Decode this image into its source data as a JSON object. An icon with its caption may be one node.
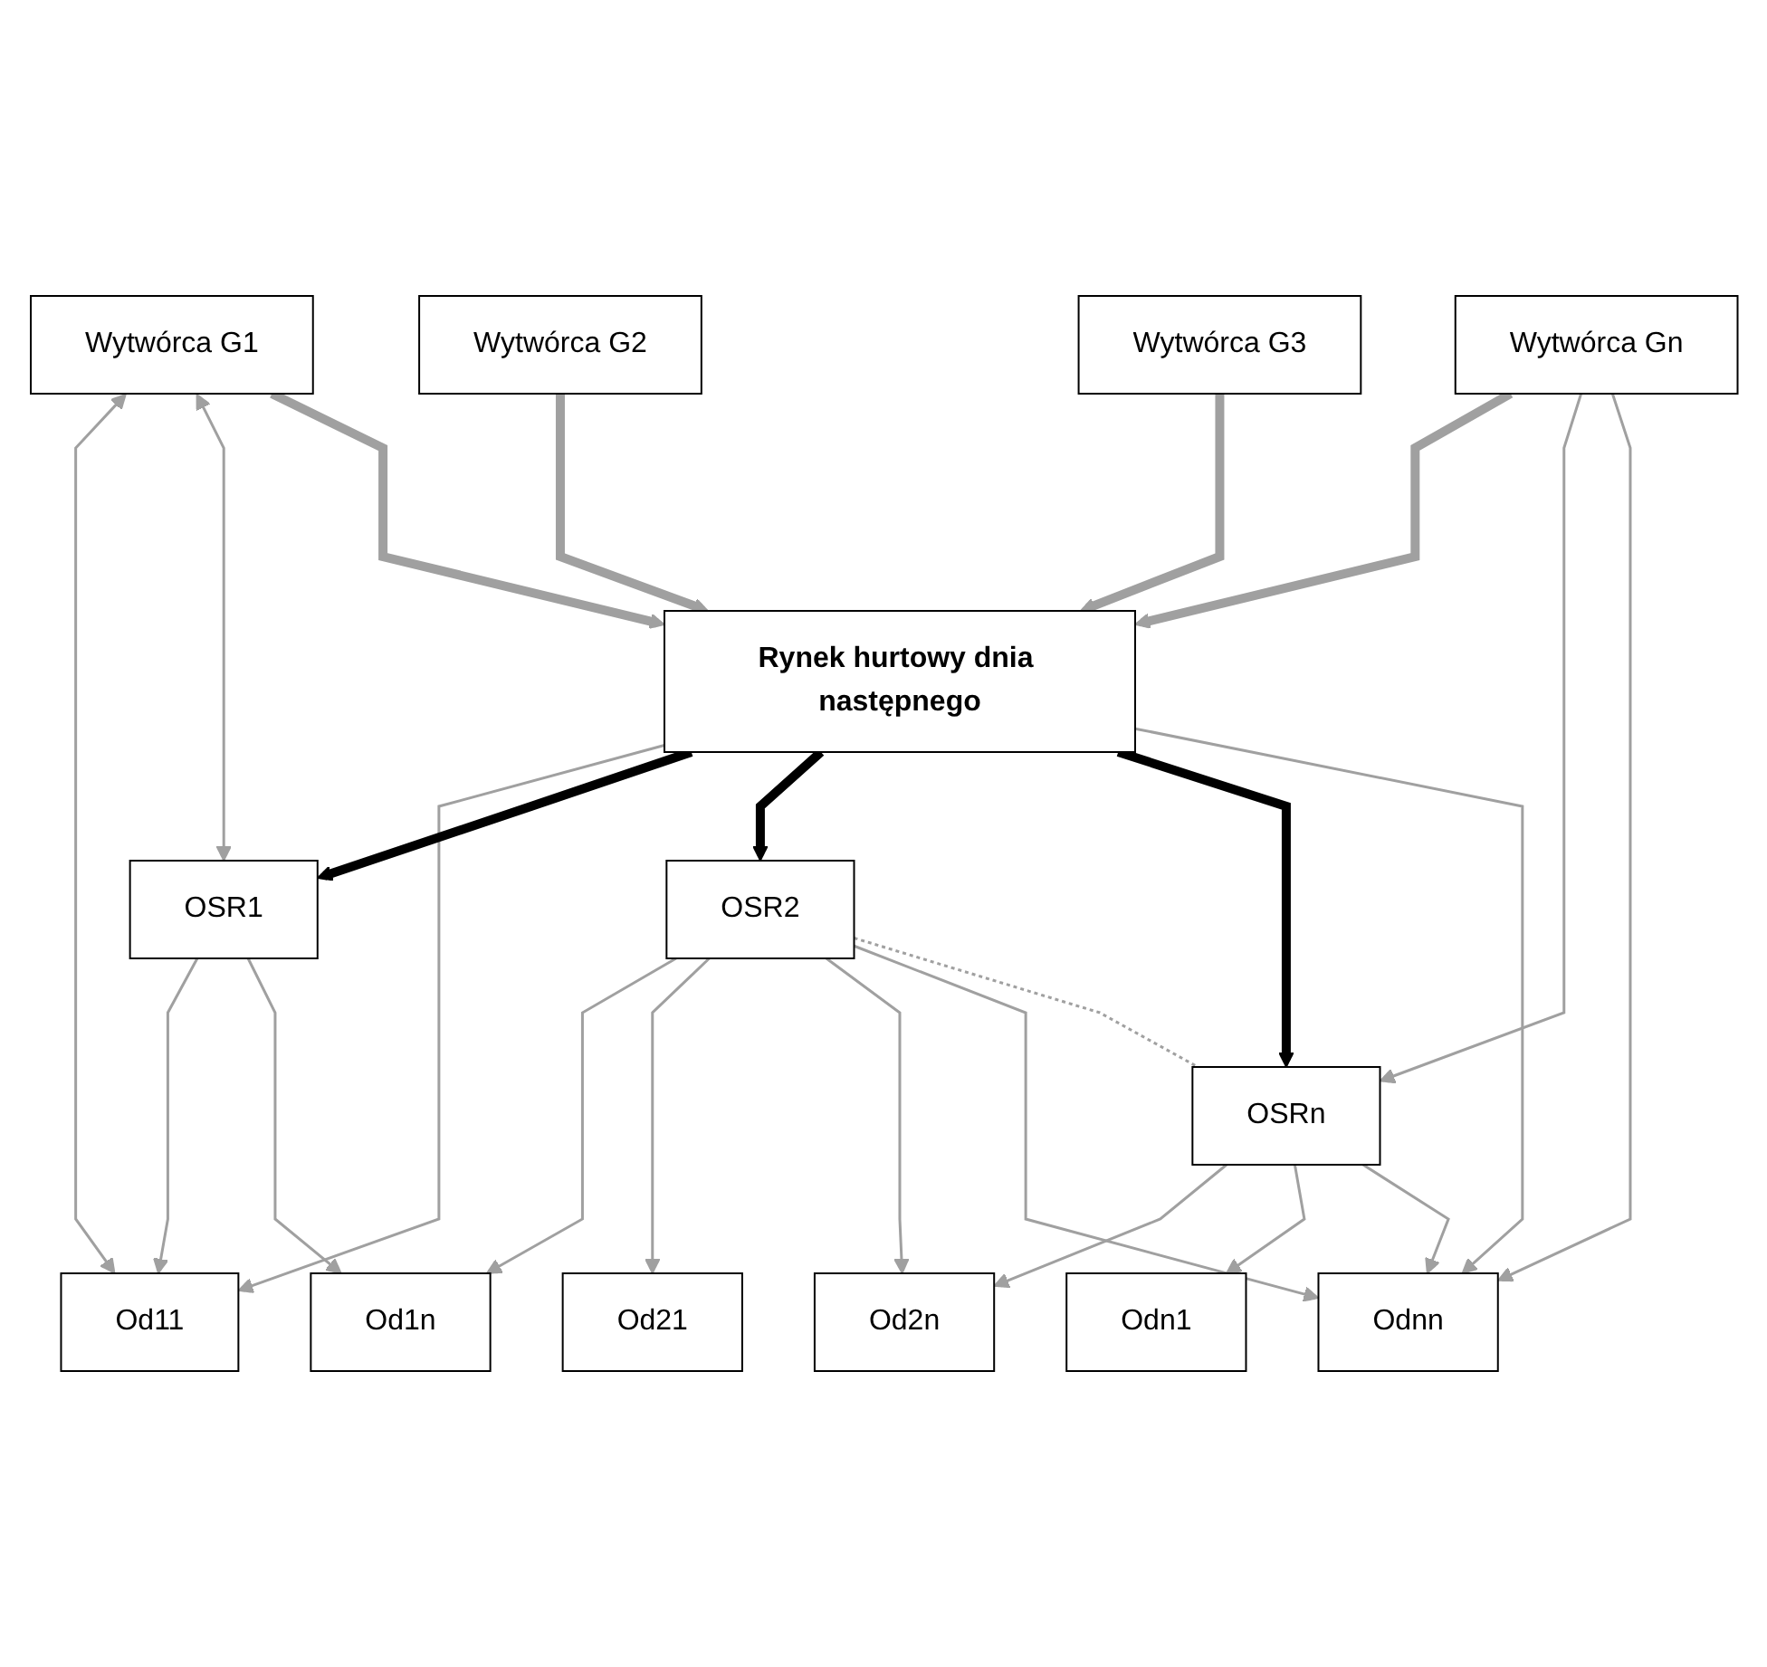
{
  "diagram": {
    "nodes": [
      {
        "text": [
          "Wytwórca G1"
        ]
      },
      {
        "text": [
          "Wytwórca G2"
        ]
      },
      {
        "text": [
          "Wytwórca G3"
        ]
      },
      {
        "text": [
          "Wytwórca Gn"
        ]
      },
      {
        "text": [
          "Rynek hurtowy dnia następnego"
        ]
      },
      {
        "text": [
          "OSR1"
        ]
      },
      {
        "text": [
          "OSR2"
        ]
      },
      {
        "text": [
          "OSRn"
        ]
      },
      {
        "text": [
          "Od11"
        ]
      },
      {
        "text": [
          "Od1n"
        ]
      },
      {
        "text": [
          "Od21"
        ]
      },
      {
        "text": [
          "Od2n"
        ]
      },
      {
        "text": [
          "Odn1"
        ]
      },
      {
        "text": [
          "Odnn"
        ]
      }
    ],
    "edges": [
      {
        "from": 0,
        "to": 8,
        "arrow": "both"
      },
      {
        "from": 0,
        "to": 5,
        "arrow": "both"
      },
      {
        "from": 0,
        "to": 4,
        "arrow": "to",
        "style": "thick"
      },
      {
        "from": 1,
        "to": 4,
        "arrow": "to",
        "style": "thick"
      },
      {
        "from": 2,
        "to": 4,
        "arrow": "to",
        "style": "thick"
      },
      {
        "from": 3,
        "to": 4,
        "arrow": "to",
        "style": "thick"
      },
      {
        "from": 3,
        "to": 7,
        "arrow": "to"
      },
      {
        "from": 3,
        "to": 13,
        "arrow": "to"
      },
      {
        "from": 4,
        "to": 8,
        "arrow": "to"
      },
      {
        "from": 4,
        "to": 5,
        "arrow": "to",
        "style": "thick",
        "color": "#000000"
      },
      {
        "from": 4,
        "to": 6,
        "arrow": "to",
        "style": "thick",
        "color": "#000000"
      },
      {
        "from": 4,
        "to": 7,
        "arrow": "to",
        "style": "thick",
        "color": "#000000"
      },
      {
        "from": 4,
        "to": 13,
        "arrow": "to"
      },
      {
        "from": 5,
        "to": 8,
        "arrow": "to"
      },
      {
        "from": 5,
        "to": 9,
        "arrow": "to"
      },
      {
        "from": 6,
        "to": 9,
        "arrow": "to"
      },
      {
        "from": 6,
        "to": 10,
        "arrow": "to"
      },
      {
        "from": 6,
        "to": 11,
        "arrow": "to"
      },
      {
        "from": 6,
        "to": 13,
        "arrow": "to"
      },
      {
        "from": 6,
        "to": 7,
        "arrow": "none",
        "style": "dashed"
      },
      {
        "from": 7,
        "to": 11,
        "arrow": "to"
      },
      {
        "from": 7,
        "to": 12,
        "arrow": "to"
      },
      {
        "from": 7,
        "to": 13,
        "arrow": "to"
      }
    ]
  }
}
